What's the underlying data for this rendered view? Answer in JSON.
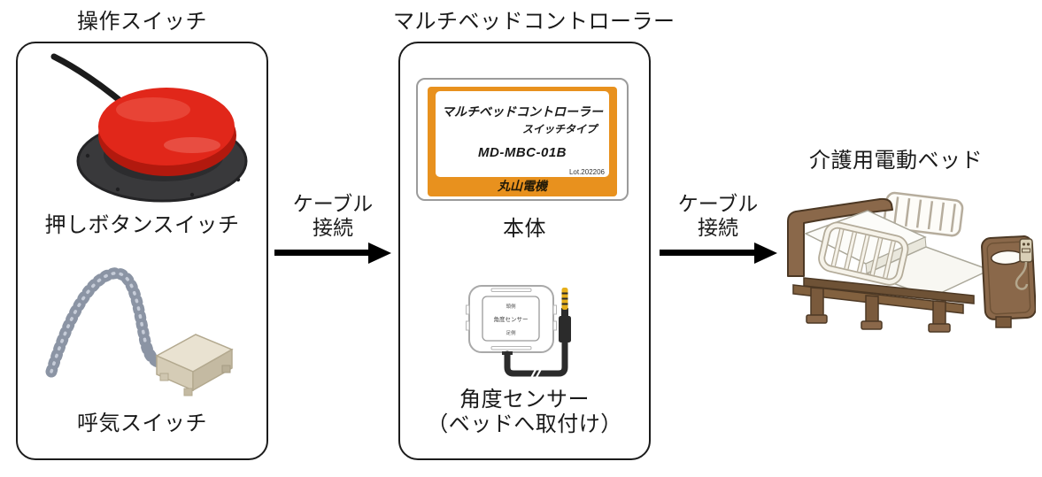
{
  "diagram": {
    "operation_switch": {
      "title": "操作スイッチ",
      "push_button_label": "押しボタンスイッチ",
      "breath_switch_label": "呼気スイッチ"
    },
    "controller": {
      "title": "マルチベッドコントローラー",
      "label": {
        "product_name": "マルチベッドコントローラー",
        "type_name": "スイッチタイプ",
        "model": "MD-MBC-01B",
        "lot": "Lot.202206",
        "maker": "丸山電機"
      },
      "main_unit_label": "本体",
      "sensor_markings": {
        "head_side": "頭側",
        "name": "角度センサー",
        "foot_side": "足側"
      },
      "sensor_label_line1": "角度センサー",
      "sensor_label_line2": "（ベッドへ取付け）"
    },
    "bed": {
      "title": "介護用電動ベッド"
    },
    "connection_left": {
      "line1": "ケーブル",
      "line2": "接続"
    },
    "connection_right": {
      "line1": "ケーブル",
      "line2": "接続"
    }
  },
  "colors": {
    "label_orange": "#E8911E",
    "button_red": "#E1271A",
    "cable_black": "#2B2B2B",
    "wood_brown": "#8A684A",
    "outline_black": "#1C1C1C"
  }
}
